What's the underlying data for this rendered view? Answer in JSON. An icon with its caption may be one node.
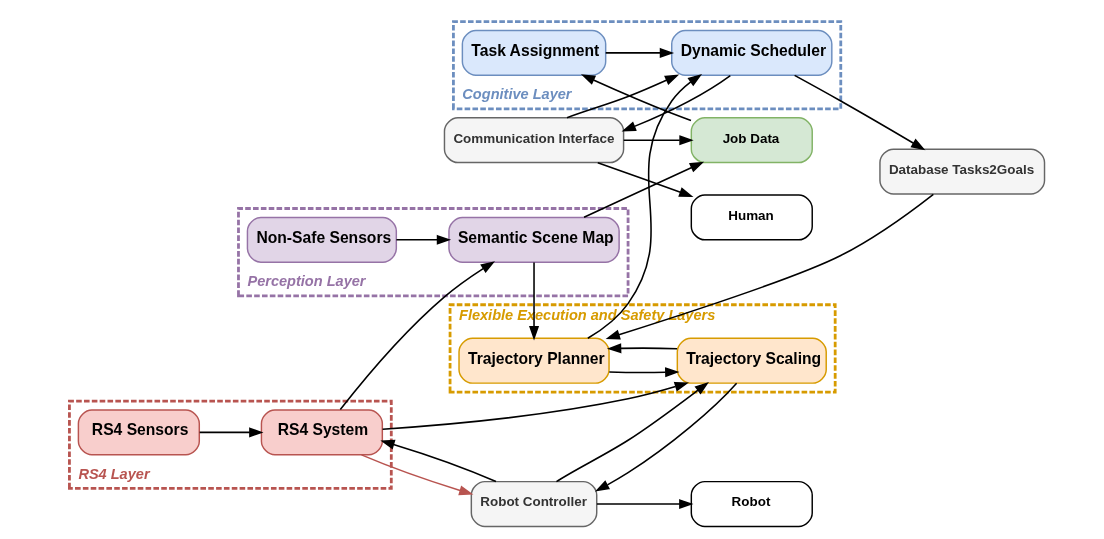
{
  "diagram": {
    "nodes": [
      {
        "text": [
          "Job Data"
        ]
      },
      {
        "text": [
          "Cognitive Layer"
        ]
      },
      {
        "text": [
          "Task Assignment"
        ],
        "in": 1
      },
      {
        "text": [
          "Dynamic Scheduler"
        ],
        "in": 1
      },
      {
        "text": [
          "Communication Interface"
        ]
      },
      {
        "text": [
          "Human"
        ]
      },
      {
        "text": [
          "Perception Layer"
        ]
      },
      {
        "text": [
          "Non-Safe Sensors"
        ],
        "in": 6
      },
      {
        "text": [
          "Semantic Scene Map"
        ],
        "in": 6
      },
      {
        "text": [
          "Flexible Execution and Safety Layers"
        ]
      },
      {
        "text": [
          "Trajectory Planner"
        ],
        "in": 9
      },
      {
        "text": [
          "Trajectory Scaling"
        ],
        "in": 9
      },
      {
        "text": [
          "Database Tasks2Goals"
        ]
      },
      {
        "text": [
          "Robot"
        ]
      },
      {
        "text": [
          "RS4 Layer"
        ]
      },
      {
        "text": [
          "RS4 Sensors"
        ],
        "in": 14
      },
      {
        "text": [
          "RS4 System"
        ],
        "in": 14
      },
      {
        "text": [
          "Robot Controller"
        ]
      }
    ],
    "edges": [
      {
        "from": 0,
        "to": 2,
        "arrow": "to"
      },
      {
        "from": 2,
        "to": 3,
        "arrow": "to"
      },
      {
        "from": 3,
        "to": 4,
        "arrow": "to"
      },
      {
        "from": 4,
        "to": 0,
        "arrow": "to"
      },
      {
        "from": 4,
        "to": 3,
        "arrow": "to"
      },
      {
        "from": 4,
        "to": 5,
        "arrow": "to"
      },
      {
        "from": 3,
        "to": 12,
        "arrow": "to"
      },
      {
        "from": 10,
        "to": 3,
        "arrow": "to"
      },
      {
        "from": 7,
        "to": 8,
        "arrow": "to"
      },
      {
        "from": 8,
        "to": 0,
        "arrow": "to"
      },
      {
        "from": 8,
        "to": 10,
        "arrow": "to"
      },
      {
        "from": 12,
        "to": 10,
        "arrow": "to"
      },
      {
        "from": 10,
        "to": 11,
        "arrow": "to"
      },
      {
        "from": 11,
        "to": 10,
        "arrow": "to"
      },
      {
        "from": 15,
        "to": 16,
        "arrow": "to"
      },
      {
        "from": 16,
        "to": 8,
        "arrow": "to"
      },
      {
        "from": 16,
        "to": 11,
        "arrow": "to"
      },
      {
        "from": 11,
        "to": 17,
        "arrow": "to"
      },
      {
        "from": 17,
        "to": 11,
        "arrow": "to"
      },
      {
        "from": 17,
        "to": 16,
        "arrow": "to"
      },
      {
        "from": 16,
        "to": 17,
        "arrow": "to",
        "color": "#b85450"
      },
      {
        "from": 17,
        "to": 13,
        "arrow": "to"
      }
    ]
  }
}
